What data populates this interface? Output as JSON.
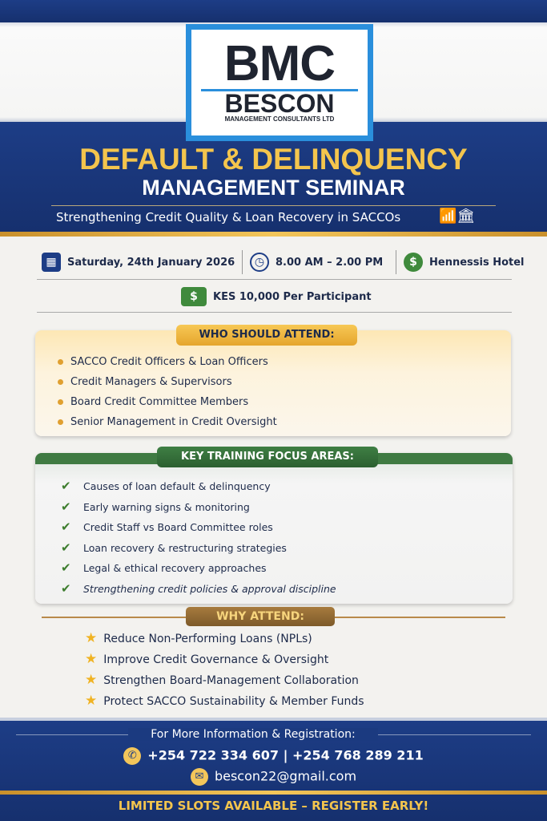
{
  "logo": {
    "mark": "BMC",
    "name": "BESCON",
    "tagline": "MANAGEMENT CONSULTANTS LTD"
  },
  "title": {
    "line1": "DEFAULT & DELINQUENCY",
    "line2": "MANAGEMENT SEMINAR",
    "subtitle": "Strengthening Credit Quality & Loan Recovery in SACCOs"
  },
  "event": {
    "date": "Saturday, 24th January 2026",
    "time": "8.00 AM – 2.00 PM",
    "venue": "Hennessis Hotel",
    "fee": "KES 10,000 Per Participant"
  },
  "who": {
    "heading": "WHO SHOULD ATTEND:",
    "items": [
      "SACCO Credit Officers & Loan Officers",
      "Credit Managers & Supervisors",
      "Board Credit Committee Members",
      "Senior Management in Credit Oversight"
    ]
  },
  "focus": {
    "heading": "KEY TRAINING FOCUS AREAS:",
    "items": [
      "Causes of loan default & delinquency",
      "Early warning signs & monitoring",
      "Credit Staff vs Board Committee roles",
      "Loan recovery & restructuring strategies",
      "Legal & ethical recovery approaches",
      "Strengthening credit policies & approval discipline"
    ]
  },
  "why": {
    "heading": "WHY ATTEND:",
    "items": [
      "Reduce Non-Performing Loans (NPLs)",
      "Improve Credit Governance & Oversight",
      "Strengthen Board-Management Collaboration",
      "Protect SACCO Sustainability & Member Funds"
    ]
  },
  "contact": {
    "heading": "For More Information & Registration:",
    "phones": "+254 722 334 607 | +254 768 289 211",
    "email": "bescon22@gmail.com"
  },
  "cta": "LIMITED SLOTS AVAILABLE – REGISTER EARLY!",
  "colors": {
    "navy": "#1d3d86",
    "gold": "#f4c54d",
    "green": "#3f7a42",
    "logo_blue": "#2a8fdc"
  }
}
